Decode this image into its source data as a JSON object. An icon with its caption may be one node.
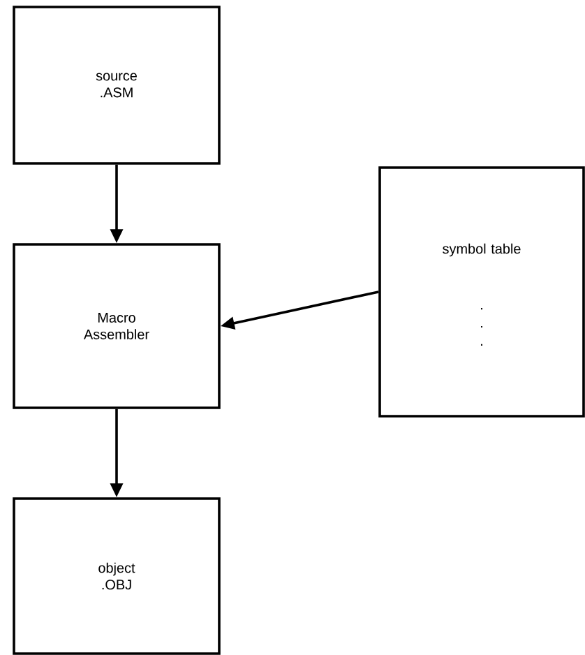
{
  "diagram": {
    "nodes": [
      {
        "text": [
          "source .ASM"
        ]
      },
      {
        "text": [
          "Macro Assembler"
        ]
      },
      {
        "text": [
          "symbol table",
          ". . ."
        ]
      },
      {
        "text": [
          "object .OBJ"
        ]
      }
    ],
    "edges": [
      {
        "from": 0,
        "to": 1,
        "arrow": "to"
      },
      {
        "from": 2,
        "to": 1,
        "arrow": "to"
      },
      {
        "from": 1,
        "to": 3,
        "arrow": "to"
      }
    ]
  }
}
